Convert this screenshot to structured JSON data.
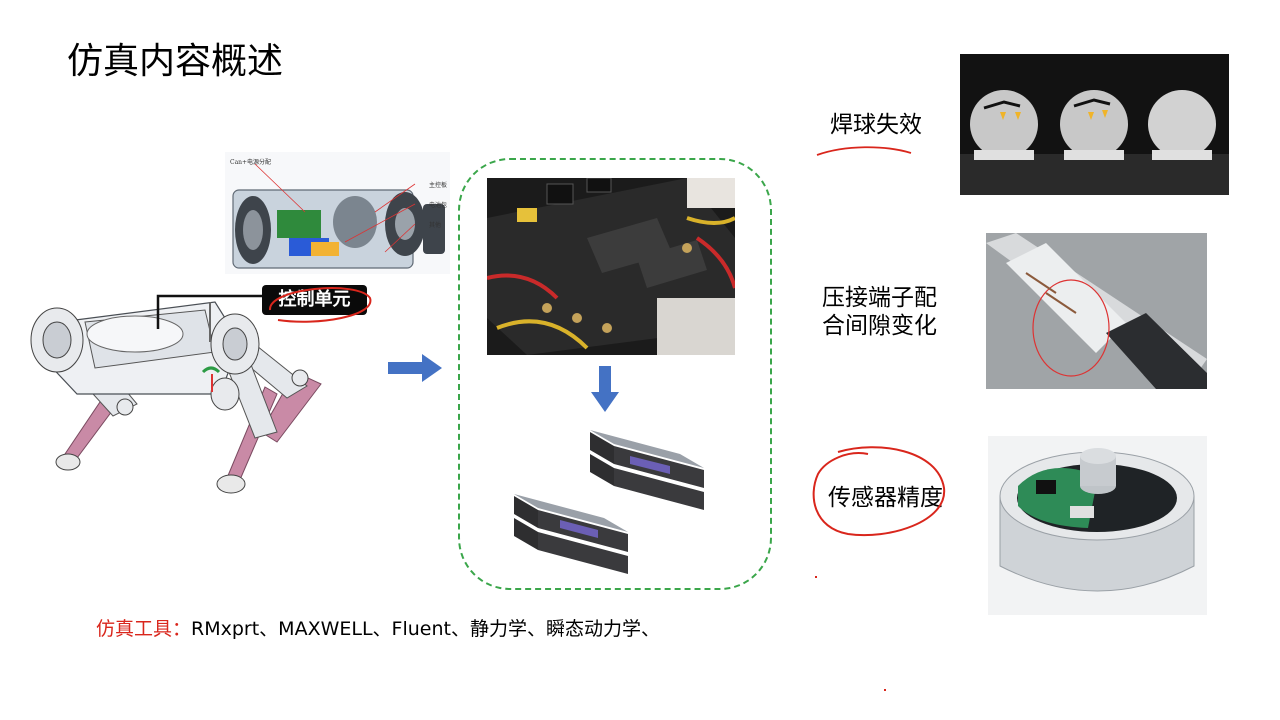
{
  "slide": {
    "title": "仿真内容概述",
    "control_unit_label": "控制单元",
    "diagram_labels": {
      "top": "Can+电源分配",
      "main_board": "主控板",
      "battery": "电池包",
      "other": "其他"
    },
    "issues": [
      {
        "label": "焊球失效"
      },
      {
        "label_line1": "压接端子配",
        "label_line2": "合间隙变化"
      },
      {
        "label": "传感器精度"
      }
    ],
    "tools": {
      "heading": "仿真工具：",
      "list": "RMxprt、MAXWELL、Fluent、静力学、瞬态动力学、"
    }
  },
  "colors": {
    "accent_red": "#d9261c",
    "panel_green": "#3aa64a",
    "arrow_blue": "#4472c4"
  }
}
